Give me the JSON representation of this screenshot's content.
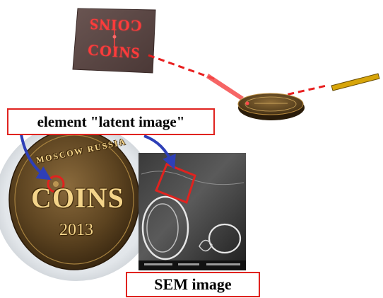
{
  "labels": {
    "latent_image": "element \"latent image\"",
    "sem_image": "SEM image"
  },
  "hologram": {
    "top_text": "COINS",
    "bottom_text": "COINS"
  },
  "coin": {
    "top_legend": "MOSCOW RUSSIA",
    "word": "COINS",
    "year": "2013"
  },
  "colors": {
    "callout_border": "#e0231f",
    "arrow": "#2e3fb7",
    "laser": "#e81f1f",
    "highlight": "#e0231f",
    "coin_gold": "#b88a3e",
    "emitter": "#d7a50a"
  }
}
